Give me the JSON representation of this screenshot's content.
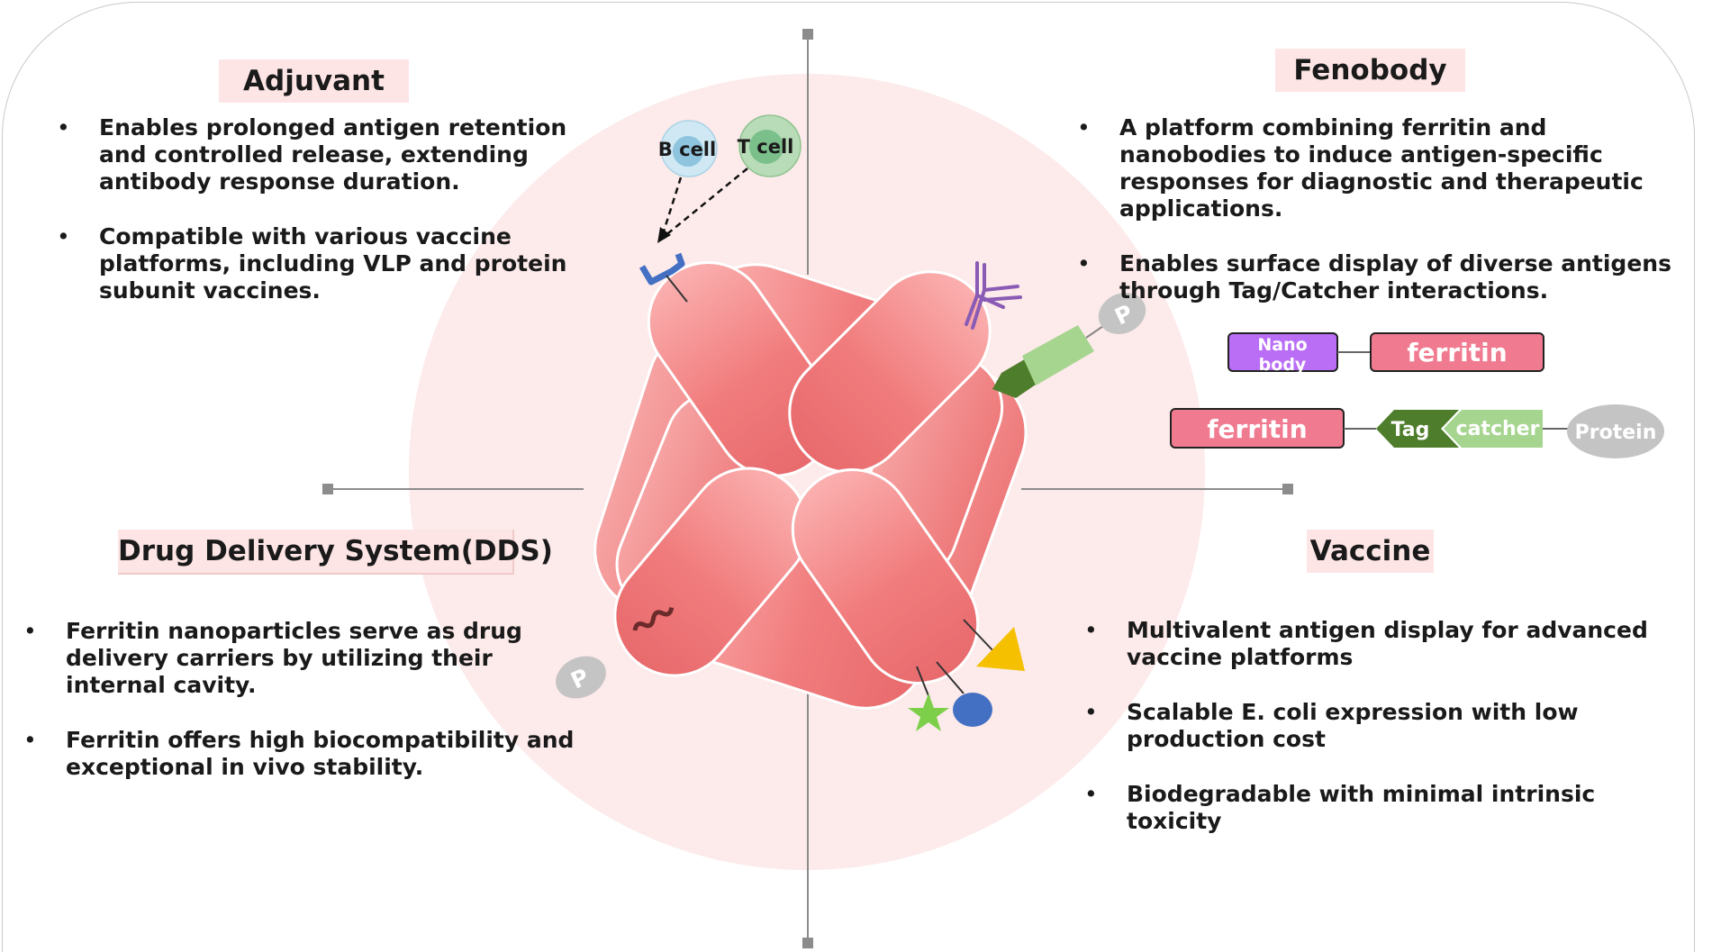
{
  "quadrants": {
    "adjuvant": {
      "title": "Adjuvant",
      "bullets": [
        "Enables prolonged antigen retention and controlled release, extending antibody response duration.",
        "Compatible with various vaccine platforms, including VLP and protein subunit vaccines."
      ]
    },
    "fenobody": {
      "title": "Fenobody",
      "bullets": [
        "A platform combining ferritin and nanobodies to induce antigen-specific responses for diagnostic and therapeutic applications.",
        "Enables surface display of diverse antigens through Tag/Catcher interactions."
      ]
    },
    "dds": {
      "title": "Drug Delivery System(DDS)",
      "bullets": [
        "Ferritin nanoparticles serve as drug delivery carriers by utilizing their internal cavity.",
        "Ferritin offers high biocompatibility and exceptional in vivo stability."
      ]
    },
    "vaccine": {
      "title": "Vaccine",
      "bullets": [
        "Multivalent antigen display for advanced vaccine platforms",
        "Scalable E. coli expression with low production cost",
        "Biodegradable with minimal intrinsic toxicity"
      ]
    }
  },
  "center_labels": {
    "b_cell": "B cell",
    "t_cell": "T cell",
    "p_marker": "P"
  },
  "constructs": {
    "row1": {
      "nanobody": "Nano body",
      "ferritin": "ferritin"
    },
    "row2": {
      "ferritin": "ferritin",
      "tag": "Tag",
      "catcher": "catcher",
      "protein": "Protein"
    }
  },
  "colors": {
    "panel_bg": "#fde5e5",
    "circle_bg": "#fdeaea",
    "ferritin_subunit": "#f07f80",
    "ferritin_box": "#f07a8f",
    "nanobody_box": "#b96ef5",
    "tag_green": "#4e7d2b",
    "catcher_green": "#a6d58f",
    "protein_gray": "#c4c4c4",
    "antibody_purple": "#8a5bb5",
    "receptor_blue": "#4470c4",
    "triangle_yellow": "#f5c000",
    "star_green": "#7dcf4a"
  }
}
